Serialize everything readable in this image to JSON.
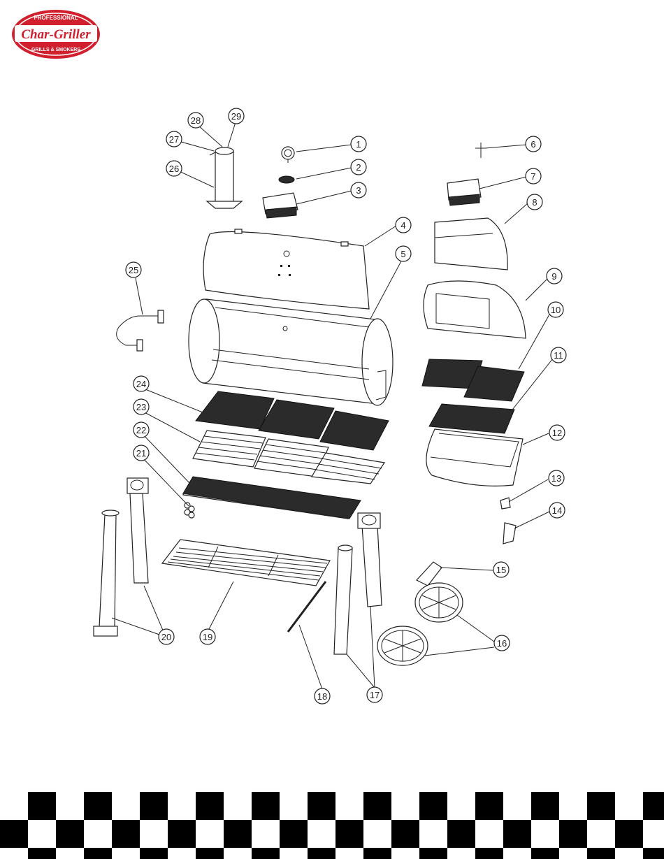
{
  "brand": {
    "name": "Char-Griller",
    "top_text": "PROFESSIONAL",
    "bottom_text": "GRILLS & SMOKERS",
    "color": "#d21f2e"
  },
  "callouts": [
    {
      "n": "1"
    },
    {
      "n": "2"
    },
    {
      "n": "3"
    },
    {
      "n": "4"
    },
    {
      "n": "5"
    },
    {
      "n": "6"
    },
    {
      "n": "7"
    },
    {
      "n": "8"
    },
    {
      "n": "9"
    },
    {
      "n": "10"
    },
    {
      "n": "11"
    },
    {
      "n": "12"
    },
    {
      "n": "13"
    },
    {
      "n": "14"
    },
    {
      "n": "15"
    },
    {
      "n": "16"
    },
    {
      "n": "17"
    },
    {
      "n": "18"
    },
    {
      "n": "19"
    },
    {
      "n": "20"
    },
    {
      "n": "21"
    },
    {
      "n": "22"
    },
    {
      "n": "23"
    },
    {
      "n": "24"
    },
    {
      "n": "25"
    },
    {
      "n": "26"
    },
    {
      "n": "27"
    },
    {
      "n": "28"
    },
    {
      "n": "29"
    }
  ],
  "footer": {
    "pattern": "checkerboard",
    "color": "#000000"
  }
}
